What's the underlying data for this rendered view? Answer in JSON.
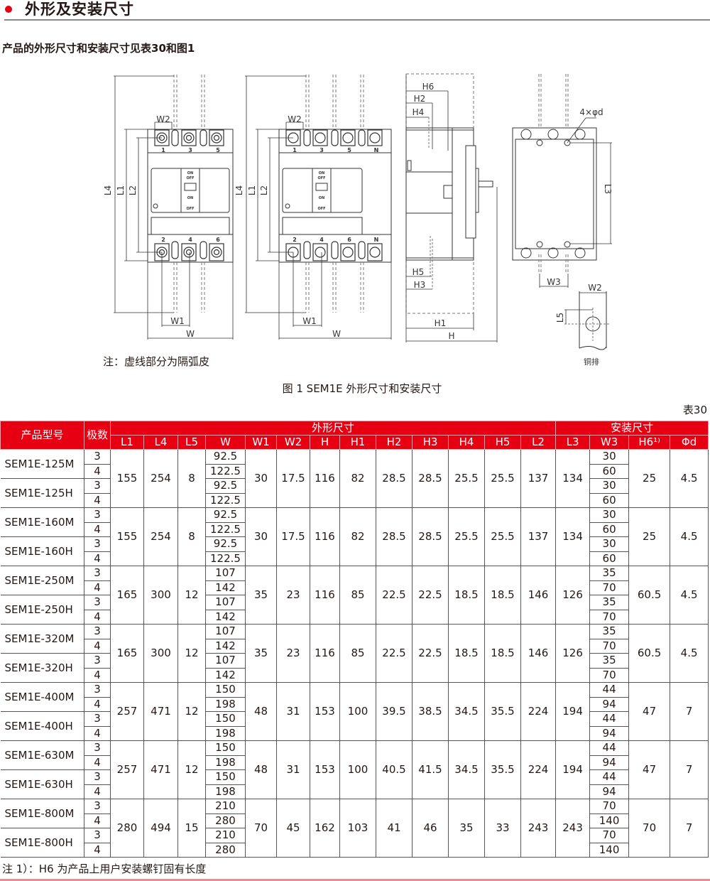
{
  "section": {
    "title": "外形及安装尺寸",
    "bullet_color": "#e60012"
  },
  "intro": "产品的外形尺寸和安装尺寸见表30和图1",
  "figure": {
    "front_view_3p": {
      "dim_labels": [
        "L4",
        "L1",
        "L2",
        "W2",
        "W1",
        "W"
      ],
      "terminals_top": [
        "1",
        "3",
        "5"
      ],
      "terminals_bottom": [
        "2",
        "4",
        "6"
      ],
      "switch_labels": [
        "ON",
        "OFF",
        "ON",
        "OFF"
      ]
    },
    "front_view_4p": {
      "dim_labels": [
        "L4",
        "L1",
        "L2",
        "W2",
        "W1",
        "W"
      ],
      "terminals_top": [
        "1",
        "3",
        "5",
        "N"
      ],
      "terminals_bottom": [
        "2",
        "4",
        "6",
        "N"
      ],
      "switch_labels": [
        "ON",
        "OFF",
        "ON",
        "OFF"
      ]
    },
    "side_view": {
      "dim_labels": [
        "H6",
        "H2",
        "H4",
        "H5",
        "H3",
        "H1",
        "H"
      ]
    },
    "mounting_view": {
      "dim_labels": [
        "4×φd",
        "L3",
        "W3"
      ]
    },
    "copper_bar": {
      "dim_labels": [
        "W2",
        "L5"
      ],
      "label": "铜排"
    },
    "note": "注：虚线部分为隔弧皮",
    "caption": "图 1 SEM1E 外形尺寸和安装尺寸"
  },
  "table": {
    "number": "表30",
    "header_color": "#e60012",
    "headers": {
      "model": "产品型号",
      "poles": "极数",
      "group_outline": "外形尺寸",
      "group_install": "安装尺寸",
      "outline_cols": [
        "L1",
        "L4",
        "L5",
        "W",
        "W1",
        "W2",
        "H",
        "H1",
        "H2",
        "H3",
        "H4",
        "H5",
        "L2"
      ],
      "install_cols": [
        "L3",
        "W3",
        "H6¹⁾",
        "Φd"
      ]
    },
    "groups": [
      {
        "models": [
          "SEM1E-125M",
          "SEM1E-125H"
        ],
        "poles": [
          "3",
          "4",
          "3",
          "4"
        ],
        "L1": "155",
        "L4": "254",
        "L5": "8",
        "W": [
          "92.5",
          "122.5",
          "92.5",
          "122.5"
        ],
        "W1": "30",
        "W2": "17.5",
        "H": "116",
        "H1": "82",
        "H2": "28.5",
        "H3": "28.5",
        "H4": "25.5",
        "H5": "25.5",
        "L2": "137",
        "L3": "134",
        "W3": [
          "30",
          "60",
          "30",
          "60"
        ],
        "H6": "25",
        "d": "4.5"
      },
      {
        "models": [
          "SEM1E-160M",
          "SEM1E-160H"
        ],
        "poles": [
          "3",
          "4",
          "3",
          "4"
        ],
        "L1": "155",
        "L4": "254",
        "L5": "8",
        "W": [
          "92.5",
          "122.5",
          "92.5",
          "122.5"
        ],
        "W1": "30",
        "W2": "17.5",
        "H": "116",
        "H1": "82",
        "H2": "28.5",
        "H3": "28.5",
        "H4": "25.5",
        "H5": "25.5",
        "L2": "137",
        "L3": "134",
        "W3": [
          "30",
          "60",
          "30",
          "60"
        ],
        "H6": "25",
        "d": "4.5"
      },
      {
        "models": [
          "SEM1E-250M",
          "SEM1E-250H"
        ],
        "poles": [
          "3",
          "4",
          "3",
          "4"
        ],
        "L1": "165",
        "L4": "300",
        "L5": "12",
        "W": [
          "107",
          "142",
          "107",
          "142"
        ],
        "W1": "35",
        "W2": "23",
        "H": "116",
        "H1": "85",
        "H2": "22.5",
        "H3": "22.5",
        "H4": "18.5",
        "H5": "18.5",
        "L2": "146",
        "L3": "126",
        "W3": [
          "35",
          "70",
          "35",
          "70"
        ],
        "H6": "60.5",
        "d": "4.5"
      },
      {
        "models": [
          "SEM1E-320M",
          "SEM1E-320H"
        ],
        "poles": [
          "3",
          "4",
          "3",
          "4"
        ],
        "L1": "165",
        "L4": "300",
        "L5": "12",
        "W": [
          "107",
          "142",
          "107",
          "142"
        ],
        "W1": "35",
        "W2": "23",
        "H": "116",
        "H1": "85",
        "H2": "22.5",
        "H3": "22.5",
        "H4": "18.5",
        "H5": "18.5",
        "L2": "146",
        "L3": "126",
        "W3": [
          "35",
          "70",
          "35",
          "70"
        ],
        "H6": "60.5",
        "d": "4.5"
      },
      {
        "models": [
          "SEM1E-400M",
          "SEM1E-400H"
        ],
        "poles": [
          "3",
          "4",
          "3",
          "4"
        ],
        "L1": "257",
        "L4": "471",
        "L5": "12",
        "W": [
          "150",
          "198",
          "150",
          "198"
        ],
        "W1": "48",
        "W2": "31",
        "H": "153",
        "H1": "100",
        "H2": "39.5",
        "H3": "38.5",
        "H4": "34.5",
        "H5": "35.5",
        "L2": "224",
        "L3": "194",
        "W3": [
          "44",
          "94",
          "44",
          "94"
        ],
        "H6": "47",
        "d": "7"
      },
      {
        "models": [
          "SEM1E-630M",
          "SEM1E-630H"
        ],
        "poles": [
          "3",
          "4",
          "3",
          "4"
        ],
        "L1": "257",
        "L4": "471",
        "L5": "12",
        "W": [
          "150",
          "198",
          "150",
          "198"
        ],
        "W1": "48",
        "W2": "31",
        "H": "153",
        "H1": "100",
        "H2": "40.5",
        "H3": "41.5",
        "H4": "34.5",
        "H5": "35.5",
        "L2": "224",
        "L3": "194",
        "W3": [
          "44",
          "94",
          "44",
          "94"
        ],
        "H6": "47",
        "d": "7"
      },
      {
        "models": [
          "SEM1E-800M",
          "SEM1E-800H"
        ],
        "poles": [
          "3",
          "4",
          "3",
          "4"
        ],
        "L1": "280",
        "L4": "494",
        "L5": "15",
        "W": [
          "210",
          "280",
          "210",
          "280"
        ],
        "W1": "70",
        "W2": "45",
        "H": "162",
        "H1": "103",
        "H2": "41",
        "H3": "46",
        "H4": "35",
        "H5": "33",
        "L2": "243",
        "L3": "243",
        "W3": [
          "70",
          "140",
          "70",
          "140"
        ],
        "H6": "70",
        "d": "7"
      }
    ],
    "footnote": "注 1）：H6 为产品上用户安装螺钉固有长度"
  }
}
